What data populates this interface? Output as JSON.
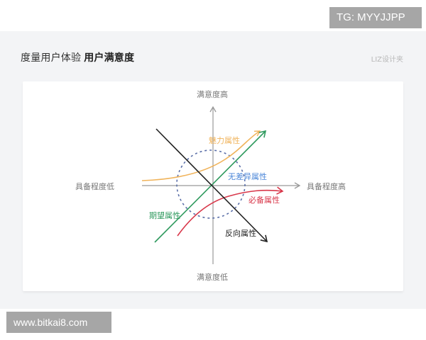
{
  "watermarks": {
    "top": "TG: MYYJJPP",
    "bottom": "www.bitkai8.com"
  },
  "header": {
    "title_regular": "度量用户体验",
    "title_bold": "用户满意度",
    "brand": "LIZ设计夹"
  },
  "diagram": {
    "axes": {
      "y_top": "满意度高",
      "y_bottom": "满意度低",
      "x_left": "具备程度低",
      "x_right": "具备程度高"
    },
    "attributes": [
      {
        "name": "魅力属性",
        "color": "#f0b35a"
      },
      {
        "name": "无差异属性",
        "color": "#4a86d8"
      },
      {
        "name": "必备属性",
        "color": "#d8374a"
      },
      {
        "name": "期望属性",
        "color": "#2f9a5e"
      },
      {
        "name": "反向属性",
        "color": "#222222"
      }
    ],
    "colors": {
      "axis": "#999999",
      "indifferent_circle": "#5b6fa8",
      "attractive": "#f0b35a",
      "one_dimensional": "#2f9a5e",
      "must_be": "#d8374a",
      "reverse": "#222222"
    }
  }
}
